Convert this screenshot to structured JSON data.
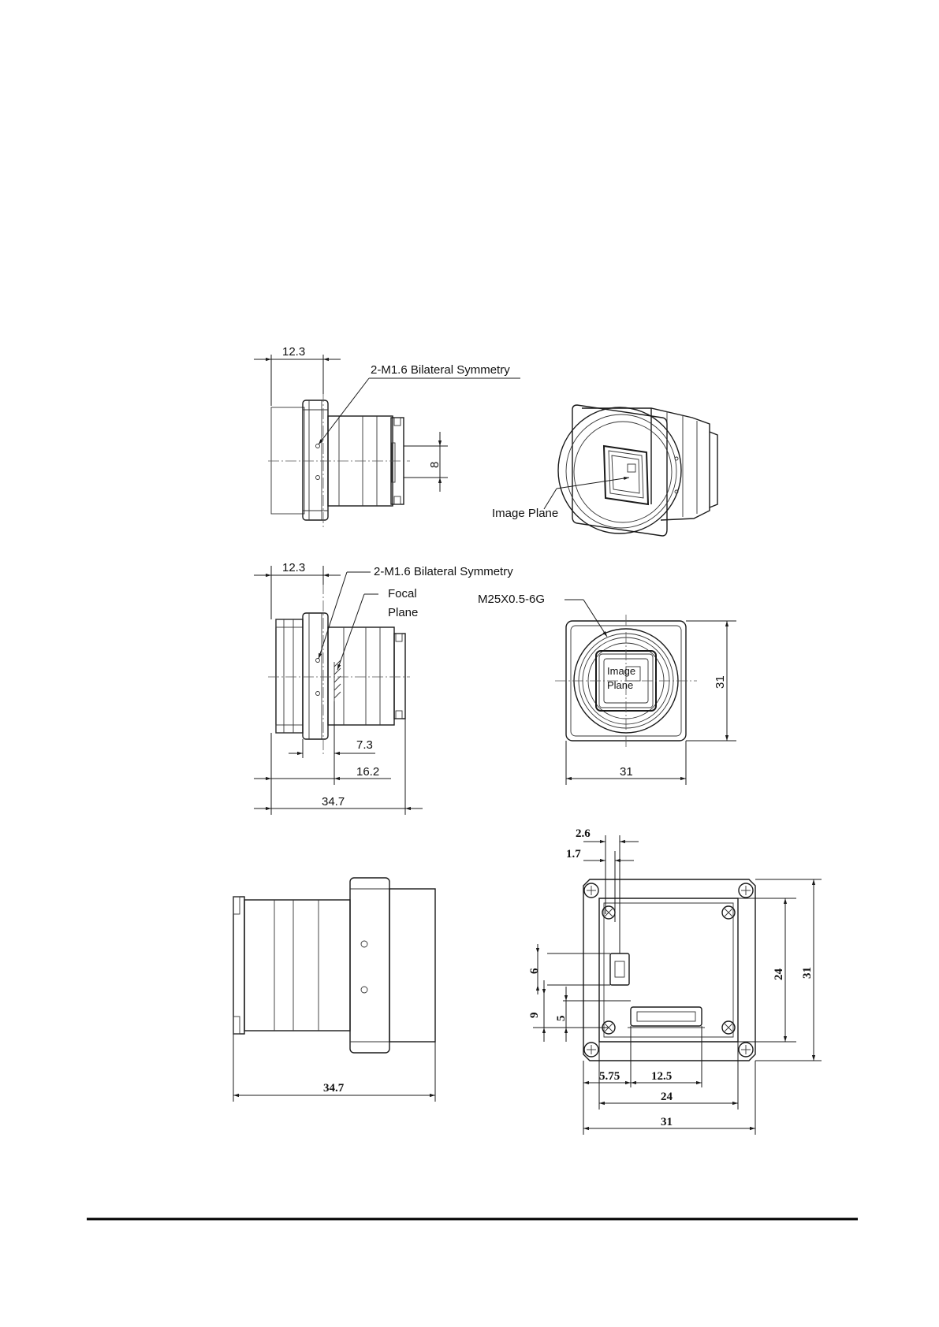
{
  "top_left_view": {
    "dim_width": "12.3",
    "callout": "2-M1.6 Bilateral Symmetry",
    "dim_hole_pitch": "8"
  },
  "iso_view": {
    "callout": "Image Plane"
  },
  "side_view": {
    "dim_width": "12.3",
    "callout_thread": "2-M1.6 Bilateral Symmetry",
    "focal_line1": "Focal",
    "focal_line2": "Plane",
    "dim_flange": "7.3",
    "dim_focal": "16.2",
    "dim_total": "34.7"
  },
  "front_view": {
    "thread_callout": "M25X0.5-6G",
    "sensor_line1": "Image",
    "sensor_line2": "Plane",
    "dim_height": "31",
    "dim_width": "31"
  },
  "bottom_left_view": {
    "dim_total": "34.7"
  },
  "rear_view": {
    "dim_a": "2.6",
    "dim_b": "1.7",
    "dim_c": "6",
    "dim_d": "9",
    "dim_e": "5",
    "dim_f": "24",
    "dim_g": "31",
    "dim_h": "5.75",
    "dim_i": "12.5",
    "dim_j": "24",
    "dim_k": "31"
  }
}
